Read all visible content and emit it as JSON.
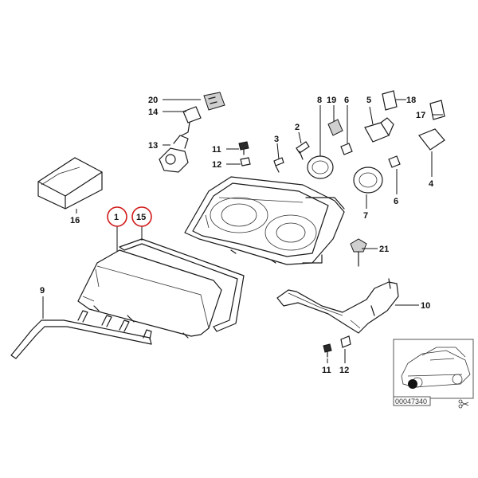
{
  "labels": {
    "p1": "1",
    "p2": "2",
    "p3": "3",
    "p4": "4",
    "p5": "5",
    "p6a": "6",
    "p6b": "6",
    "p7": "7",
    "p8": "8",
    "p9": "9",
    "p10": "10",
    "p11a": "11",
    "p11b": "11",
    "p12a": "12",
    "p12b": "12",
    "p13": "13",
    "p14": "14",
    "p15": "15",
    "p16": "16",
    "p17": "17",
    "p18": "18",
    "p19": "19",
    "p20": "20",
    "p21": "21"
  },
  "highlighted": [
    "1",
    "15"
  ],
  "highlight_color": "#d11a1a",
  "thumbnail": {
    "code": "00047340"
  },
  "icons": {
    "scissors": "scissors-icon"
  }
}
